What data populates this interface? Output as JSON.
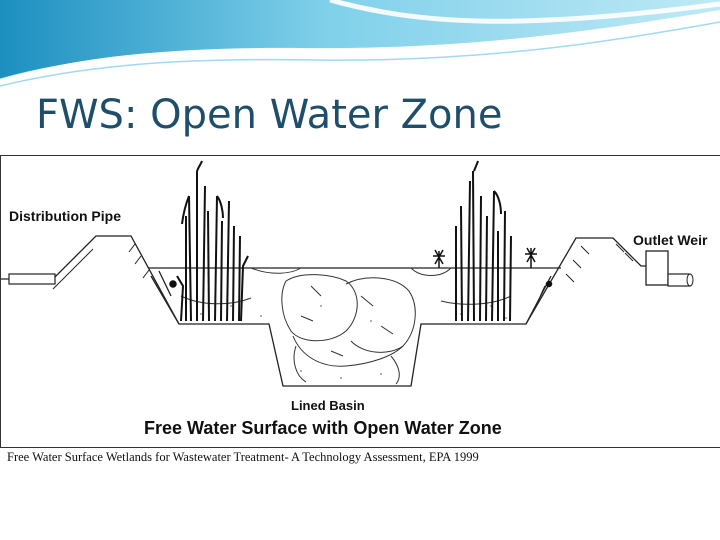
{
  "slide": {
    "title": "FWS: Open Water Zone"
  },
  "diagram": {
    "labels": {
      "distribution_pipe": "Distribution Pipe",
      "outlet_weir": "Outlet Weir",
      "lined_basin": "Lined Basin",
      "caption": "Free Water Surface with Open Water Zone"
    }
  },
  "citation": "Free Water Surface Wetlands for Wastewater Treatment- A Technology Assessment, EPA 1999",
  "colors": {
    "title": "#1f4e6b",
    "header_band": "#5fb8dc"
  }
}
